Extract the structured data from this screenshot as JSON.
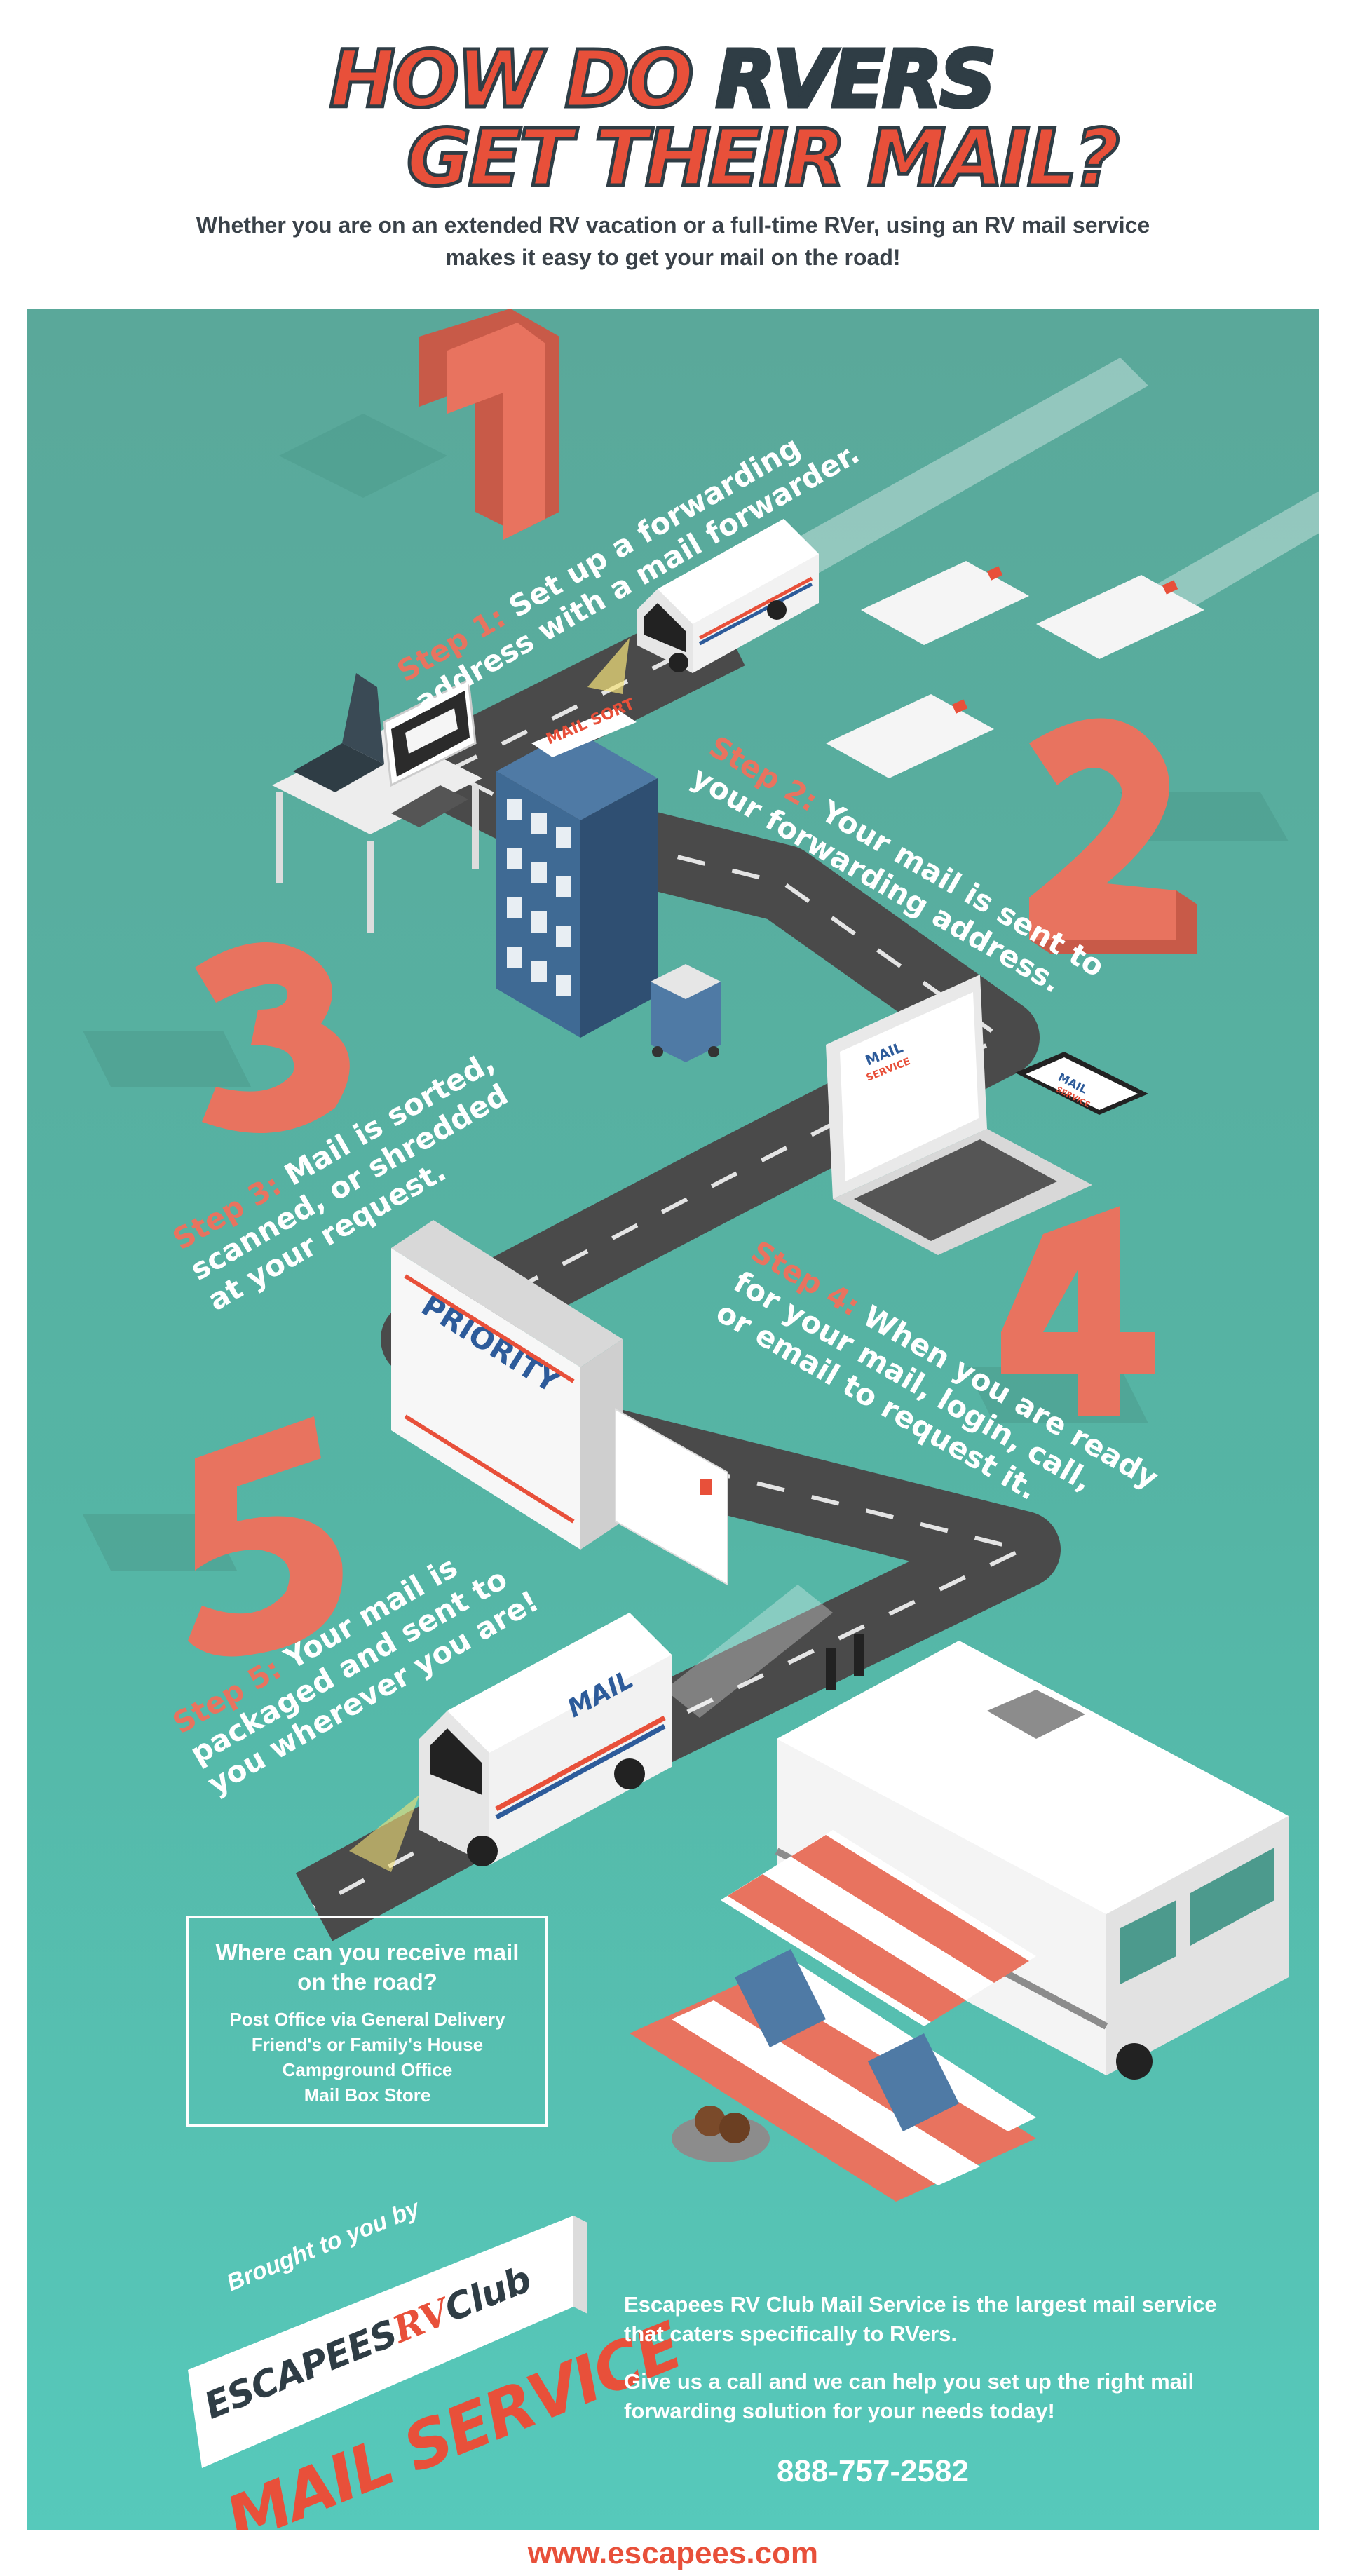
{
  "header": {
    "title_line1_part1": "HOW DO ",
    "title_line1_part2": "RVERS",
    "title_line2": "GET THEIR MAIL?",
    "subtitle": "Whether you are on an extended RV vacation or a full-time RVer, using an RV mail service makes it easy to get your mail on the road!"
  },
  "steps": [
    {
      "number": "1",
      "lead": "Step 1:",
      "line1": " Set up a forwarding",
      "line2": "address with a mail forwarder."
    },
    {
      "number": "2",
      "lead": "Step 2:",
      "line1": " Your mail is sent to",
      "line2": "your forwarding address."
    },
    {
      "number": "3",
      "lead": "Step 3:",
      "line1": " Mail is sorted,",
      "line2": "scanned, or shredded",
      "line3": "at your request."
    },
    {
      "number": "4",
      "lead": "Step 4:",
      "line1": " When you are ready",
      "line2": "for your mail, login, call,",
      "line3": "or email to request it."
    },
    {
      "number": "5",
      "lead": "Step 5:",
      "line1": " Your mail is",
      "line2": "packaged and sent to",
      "line3": "you wherever you are!"
    }
  ],
  "illustration_labels": {
    "truck": "MAIL",
    "sort_sign": "MAIL SORT",
    "priority": "PRIORITY",
    "laptop_logo_line1": "MAIL",
    "laptop_logo_line2": "SERVICE",
    "phone_logo_line1": "MAIL",
    "phone_logo_line2": "SERVICE"
  },
  "where": {
    "title": "Where can you receive mail on the road?",
    "items": [
      "Post Office via General Delivery",
      "Friend's or Family's House",
      "Campground Office",
      "Mail Box Store"
    ]
  },
  "branding": {
    "brought": "Brought to you by",
    "escapees": "ESCAPEES",
    "rv": "RV",
    "club": "Club",
    "service": "MAIL SERVICE"
  },
  "promo": {
    "p1": "Escapees RV Club Mail Service is the largest mail service that caters specifically to RVers.",
    "p2": "Give us a call and we can help you set up the right mail forwarding solution for your needs today!",
    "phone": "888-757-2582"
  },
  "footer": {
    "url": "www.escapees.com"
  },
  "colors": {
    "accent": "#e8503a",
    "number": "#e8735f",
    "teal": "#55b5a5",
    "dark": "#2f3d45",
    "road": "#4a4a4a"
  }
}
